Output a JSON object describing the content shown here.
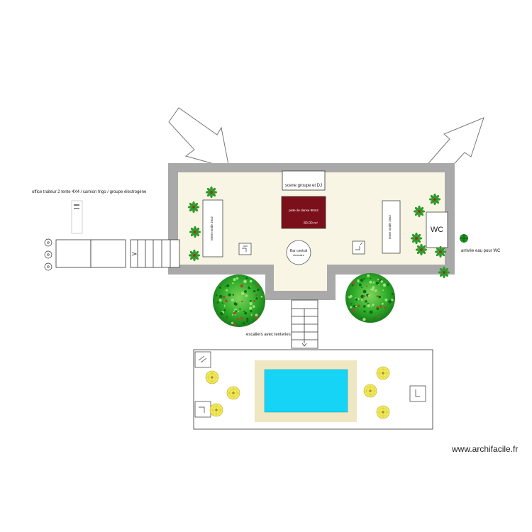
{
  "labels": {
    "office": "office traiteur 2 tente 4X4 / camion frigo / groupe électrogène",
    "stage": "scene groupe et DJ",
    "dance_floor": "piste de danse 80m2",
    "area": "80.00 m²",
    "bar_line1": "Bar central",
    "bar_line2": "circulaire",
    "tent_left": "tente ronde 10x2",
    "tent_right": "tente ronde 10x2",
    "wc": "WC",
    "water": "arrivée eau pour WC",
    "stairs": "escaliers avec tenteries"
  },
  "watermark": "www.archifacile.fr",
  "colors": {
    "wall": "#a9a9a9",
    "floor": "#f8f5e4",
    "dance_floor": "#7b0f1a",
    "pool_water": "#16d4f6",
    "pool_deck": "#efe6c2",
    "tree": "#1f9e22",
    "parasol": "#f2ea55"
  }
}
